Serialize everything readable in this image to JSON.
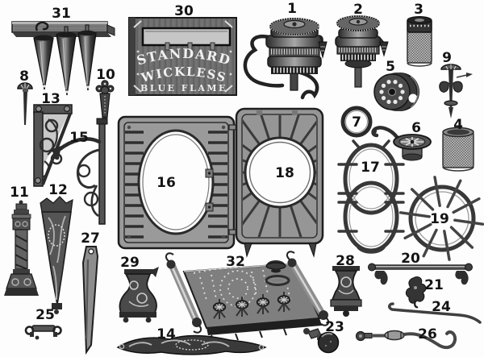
{
  "figure": {
    "kind": "vintage stove parts catalog plate",
    "ink_color": "#1a1a1a",
    "paper_color": "#fdfdfd"
  },
  "plaque": {
    "line1": "STANDARD",
    "line2": "WICKLESS",
    "line3": "BLUE FLAME"
  },
  "labels": {
    "p1": "1",
    "p2": "2",
    "p3": "3",
    "p4": "4",
    "p5": "5",
    "p6": "6",
    "p7": "7",
    "p8": "8",
    "p9": "9",
    "p10": "10",
    "p11": "11",
    "p12": "12",
    "p13": "13",
    "p14": "14",
    "p15": "15",
    "p16": "16",
    "p17": "17",
    "p18": "18",
    "p19": "19",
    "p20": "20",
    "p21": "21",
    "p23": "23",
    "p24": "24",
    "p25": "25",
    "p26": "26",
    "p27": "27",
    "p28": "28",
    "p29": "29",
    "p30": "30",
    "p31": "31",
    "p32": "32"
  }
}
